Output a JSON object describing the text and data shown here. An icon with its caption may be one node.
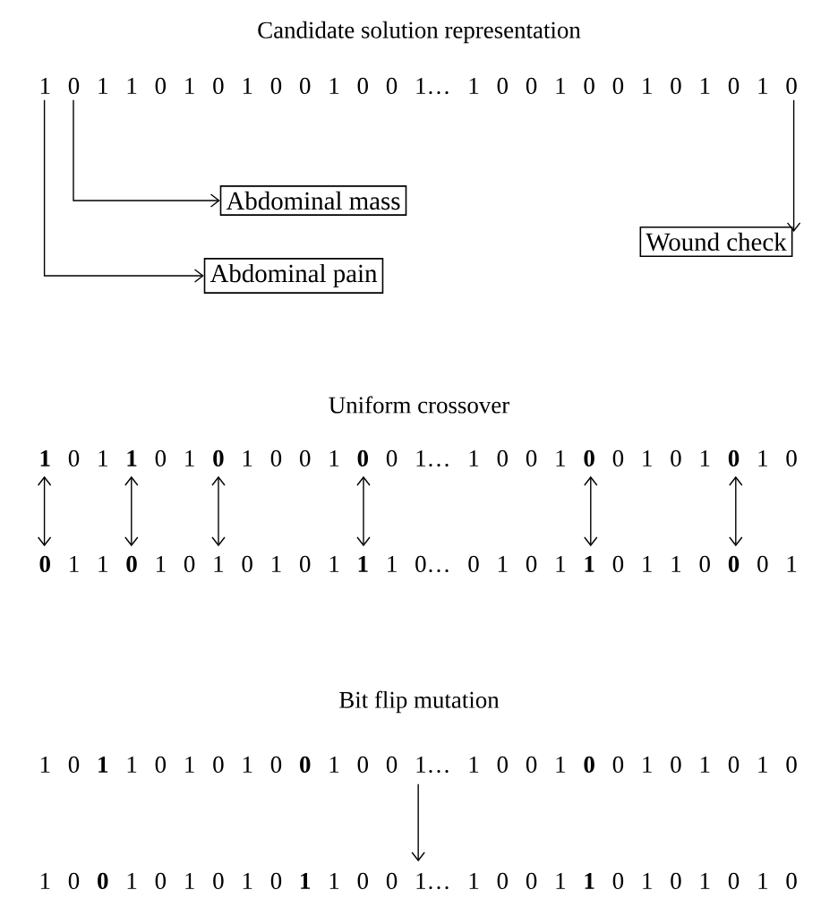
{
  "diagram": {
    "nodes": [
      {
        "text": [
          "1 0 1 1 0 1 0 1 0 0 1 0 0 1… 1 0 0 1 0 0 1 0 1 0 1 0"
        ]
      },
      {
        "text": [
          "Abdominal mass"
        ]
      },
      {
        "text": [
          "Abdominal pain"
        ]
      },
      {
        "text": [
          "Wound check"
        ]
      },
      {
        "text": [
          "**1** 0 1 **1** 0 1 **0** 1 0 0 1 **0** 0 1… 1 0 0 1 **0** 0 1 0 1 **0** 1 0"
        ]
      },
      {
        "text": [
          "**0** 1 1 **0** 1 0 1 0 1 0 1 **1** 1 0… 0 1 0 1 **1** 0 1 1 0 **0** 0 1"
        ]
      },
      {
        "text": [
          "1 0 **1** 1 0 1 0 1 0 **0** 1 0 0 1… 1 0 0 1 **0** 0 1 0 1 0 1 0"
        ]
      },
      {
        "text": [
          "1 0 **0** 1 0 1 0 1 0 **1** 1 0 0 1… 1 0 0 1 **1** 0 1 0 1 0 1 0"
        ]
      }
    ],
    "edges": [
      {
        "from": 0,
        "to": 1,
        "arrow": "to"
      },
      {
        "from": 0,
        "to": 2,
        "arrow": "to"
      },
      {
        "from": 0,
        "to": 3,
        "arrow": "to"
      },
      {
        "from": 4,
        "to": 5,
        "arrow": "both"
      },
      {
        "from": 4,
        "to": 5,
        "arrow": "both"
      },
      {
        "from": 4,
        "to": 5,
        "arrow": "both"
      },
      {
        "from": 4,
        "to": 5,
        "arrow": "both"
      },
      {
        "from": 4,
        "to": 5,
        "arrow": "both"
      },
      {
        "from": 4,
        "to": 5,
        "arrow": "both"
      },
      {
        "from": 6,
        "to": 7,
        "arrow": "to"
      }
    ],
    "labels": [
      "Candidate solution representation",
      "Uniform crossover",
      "Bit flip mutation"
    ]
  }
}
